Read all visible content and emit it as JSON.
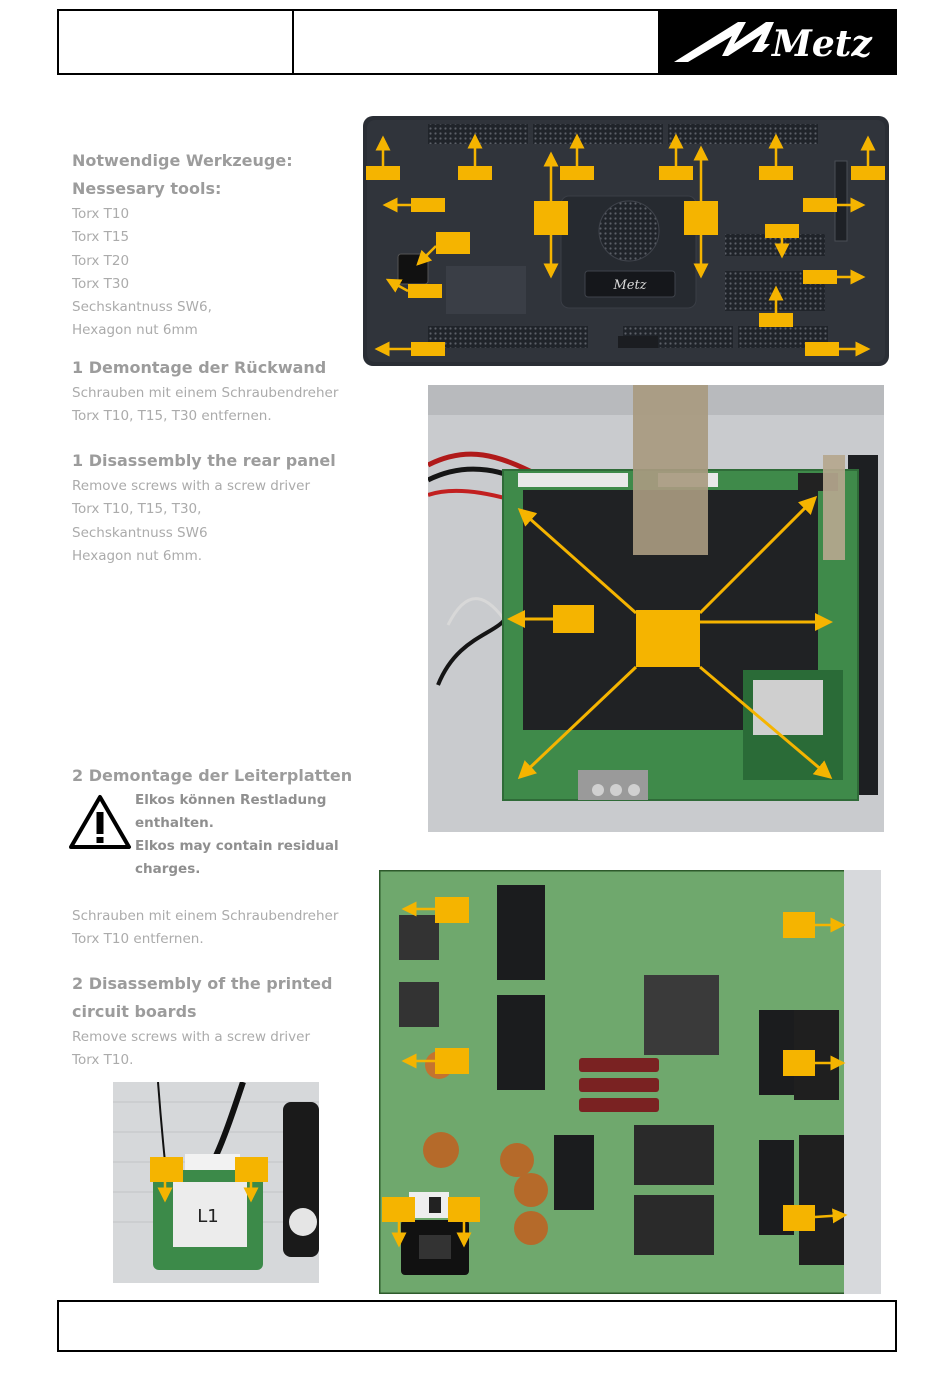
{
  "brand": {
    "logo_text": "Metz"
  },
  "colors": {
    "marker": "#f5b400",
    "header_border": "#000000",
    "text": "#a9a9a9"
  },
  "tools": {
    "title_de": "Notwendige Werkzeuge:",
    "title_en": "Nessesary tools:",
    "items": [
      "Torx T10",
      "Torx T15",
      "Torx T20",
      "Torx T30",
      "Sechskantnuss SW6,",
      "Hexagon nut 6mm"
    ]
  },
  "step1_de": {
    "title": "1 Demontage der Rückwand",
    "lines": [
      "Schrauben mit einem Schraubendreher",
      "Torx T10, T15, T30 entfernen."
    ]
  },
  "step1_en": {
    "title": "1 Disassembly the rear panel",
    "lines": [
      "Remove screws with a screw driver",
      "Torx T10, T15, T30,",
      "Sechskantnuss SW6",
      "Hexagon nut 6mm."
    ]
  },
  "step2_de": {
    "title": "2 Demontage der Leiterplatten",
    "warning": [
      "Elkos können Restladung",
      "enthalten.",
      "Elkos may contain residual",
      "charges."
    ],
    "lines": [
      "Schrauben mit einem Schraubendreher",
      "Torx T10 entfernen."
    ]
  },
  "step2_en": {
    "title_lines": [
      "2 Disassembly of the printed",
      "circuit boards"
    ],
    "lines": [
      "Remove screws with a screw driver",
      "Torx T10."
    ]
  },
  "icons": {
    "warning": "warning-triangle-icon"
  },
  "photo_labels": {
    "tv_badge": "Metz",
    "module_label": "L1"
  }
}
